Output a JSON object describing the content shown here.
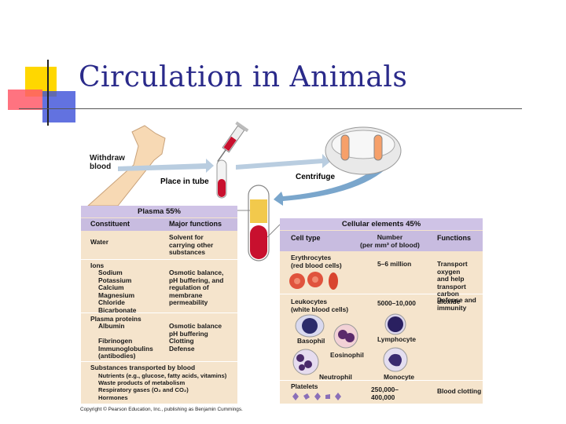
{
  "slide": {
    "title": "Circulation in Animals"
  },
  "figure": {
    "labels": {
      "withdraw": "Withdraw\nblood",
      "place": "Place in tube",
      "centrifuge": "Centrifuge"
    },
    "plasma": {
      "title": "Plasma 55%",
      "col_constituent": "Constituent",
      "col_functions": "Major functions",
      "rows": [
        {
          "constituent": "Water",
          "functions": "Solvent for\ncarrying other\nsubstances"
        },
        {
          "constituent_head": "Ions",
          "constituent": "Sodium\nPotassium\nCalcium\nMagnesium\nChloride\nBicarbonate",
          "functions": "Osmotic balance,\npH buffering, and\nregulation of\nmembrane\npermeability"
        },
        {
          "constituent_head": "Plasma proteins",
          "constituent": "Albumin\n\nFibrinogen\nImmunoglobulins\n(antibodies)",
          "functions": "Osmotic balance\npH buffering\nClotting\nDefense"
        },
        {
          "constituent_head": "Substances transported by blood",
          "constituent": "Nutrients (e.g., glucose, fatty acids, vitamins)\nWaste products of metabolism\nRespiratory gases (O₂ and CO₂)\nHormones",
          "functions": ""
        }
      ]
    },
    "cellular": {
      "title": "Cellular elements 45%",
      "col_type": "Cell type",
      "col_number": "Number\n(per mm³ of blood)",
      "col_functions": "Functions",
      "erythrocytes": {
        "type": "Erythrocytes\n(red blood cells)",
        "number": "5–6 million",
        "functions": "Transport oxygen\nand help transport\ncarbon dioxide"
      },
      "leukocytes": {
        "type": "Leukocytes\n(white blood cells)",
        "number": "5000–10,000",
        "functions": "Defense and\nimmunity",
        "cells": [
          "Basophil",
          "Lymphocyte",
          "Eosinophil",
          "Neutrophil",
          "Monocyte"
        ]
      },
      "platelets": {
        "type": "Platelets",
        "number": "250,000–\n400,000",
        "functions": "Blood clotting"
      }
    },
    "copyright": "Copyright © Pearson Education, Inc., publishing as Benjamin Cummings.",
    "colors": {
      "title": "#2a2a8a",
      "plasma_head": "#e8d8c0",
      "plasma_band": "#cfc3e6",
      "cell_head": "#cfc3e6",
      "table_bg": "#f5e4cc",
      "blood": "#c8102e",
      "plasma_fluid": "#f2c94c"
    }
  }
}
